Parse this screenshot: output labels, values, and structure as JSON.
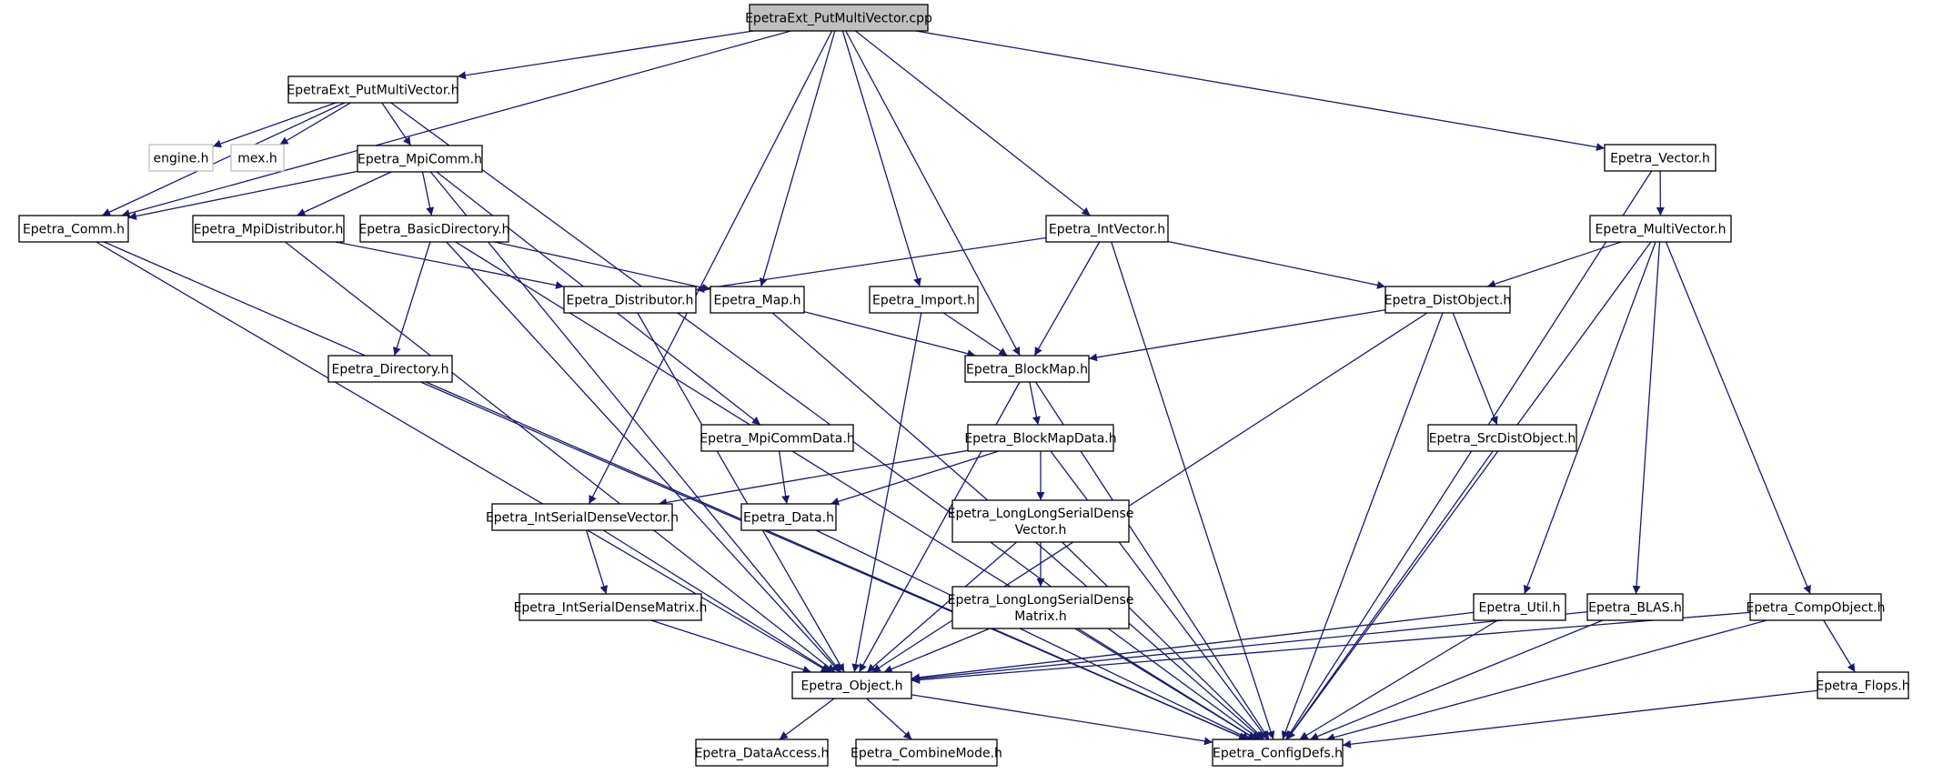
{
  "graph": {
    "nodes": [
      {
        "id": "putmv_cpp",
        "lines": [
          "EpetraExt_PutMultiVector.cpp"
        ],
        "style": "root"
      },
      {
        "id": "putmv_h",
        "lines": [
          "EpetraExt_PutMultiVector.h"
        ]
      },
      {
        "id": "engine_h",
        "lines": [
          "engine.h"
        ],
        "style": "external"
      },
      {
        "id": "mex_h",
        "lines": [
          "mex.h"
        ],
        "style": "external"
      },
      {
        "id": "mpicomm_h",
        "lines": [
          "Epetra_MpiComm.h"
        ]
      },
      {
        "id": "comm_h",
        "lines": [
          "Epetra_Comm.h"
        ]
      },
      {
        "id": "mpidist_h",
        "lines": [
          "Epetra_MpiDistributor.h"
        ]
      },
      {
        "id": "basicdir_h",
        "lines": [
          "Epetra_BasicDirectory.h"
        ]
      },
      {
        "id": "distributor_h",
        "lines": [
          "Epetra_Distributor.h"
        ]
      },
      {
        "id": "map_h",
        "lines": [
          "Epetra_Map.h"
        ]
      },
      {
        "id": "import_h",
        "lines": [
          "Epetra_Import.h"
        ]
      },
      {
        "id": "intvector_h",
        "lines": [
          "Epetra_IntVector.h"
        ]
      },
      {
        "id": "vector_h",
        "lines": [
          "Epetra_Vector.h"
        ]
      },
      {
        "id": "multivector_h",
        "lines": [
          "Epetra_MultiVector.h"
        ]
      },
      {
        "id": "distobject_h",
        "lines": [
          "Epetra_DistObject.h"
        ]
      },
      {
        "id": "directory_h",
        "lines": [
          "Epetra_Directory.h"
        ]
      },
      {
        "id": "blockmap_h",
        "lines": [
          "Epetra_BlockMap.h"
        ]
      },
      {
        "id": "mpicommdata_h",
        "lines": [
          "Epetra_MpiCommData.h"
        ]
      },
      {
        "id": "blockmapdata_h",
        "lines": [
          "Epetra_BlockMapData.h"
        ]
      },
      {
        "id": "srcdistobject_h",
        "lines": [
          "Epetra_SrcDistObject.h"
        ]
      },
      {
        "id": "intsdvector_h",
        "lines": [
          "Epetra_IntSerialDenseVector.h"
        ]
      },
      {
        "id": "data_h",
        "lines": [
          "Epetra_Data.h"
        ]
      },
      {
        "id": "llsdvector_h",
        "lines": [
          "Epetra_LongLongSerialDense",
          "Vector.h"
        ]
      },
      {
        "id": "intsdmatrix_h",
        "lines": [
          "Epetra_IntSerialDenseMatrix.h"
        ]
      },
      {
        "id": "llsdmatrix_h",
        "lines": [
          "Epetra_LongLongSerialDense",
          "Matrix.h"
        ]
      },
      {
        "id": "util_h",
        "lines": [
          "Epetra_Util.h"
        ]
      },
      {
        "id": "blas_h",
        "lines": [
          "Epetra_BLAS.h"
        ]
      },
      {
        "id": "compobject_h",
        "lines": [
          "Epetra_CompObject.h"
        ]
      },
      {
        "id": "flops_h",
        "lines": [
          "Epetra_Flops.h"
        ]
      },
      {
        "id": "object_h",
        "lines": [
          "Epetra_Object.h"
        ]
      },
      {
        "id": "configdefs_h",
        "lines": [
          "Epetra_ConfigDefs.h"
        ]
      },
      {
        "id": "dataaccess_h",
        "lines": [
          "Epetra_DataAccess.h"
        ]
      },
      {
        "id": "combinemode_h",
        "lines": [
          "Epetra_CombineMode.h"
        ]
      }
    ],
    "edges": [
      [
        "putmv_cpp",
        "putmv_h"
      ],
      [
        "putmv_cpp",
        "comm_h"
      ],
      [
        "putmv_cpp",
        "map_h"
      ],
      [
        "putmv_cpp",
        "import_h"
      ],
      [
        "putmv_cpp",
        "blockmap_h"
      ],
      [
        "putmv_cpp",
        "intvector_h"
      ],
      [
        "putmv_cpp",
        "vector_h"
      ],
      [
        "putmv_cpp",
        "intsdvector_h"
      ],
      [
        "putmv_h",
        "engine_h"
      ],
      [
        "putmv_h",
        "mex_h"
      ],
      [
        "putmv_h",
        "mpicomm_h"
      ],
      [
        "putmv_h",
        "comm_h"
      ],
      [
        "putmv_h",
        "configdefs_h"
      ],
      [
        "mpicomm_h",
        "comm_h"
      ],
      [
        "mpicomm_h",
        "mpidist_h"
      ],
      [
        "mpicomm_h",
        "basicdir_h"
      ],
      [
        "mpicomm_h",
        "mpicommdata_h"
      ],
      [
        "mpicomm_h",
        "object_h"
      ],
      [
        "comm_h",
        "object_h"
      ],
      [
        "comm_h",
        "configdefs_h"
      ],
      [
        "mpidist_h",
        "distributor_h"
      ],
      [
        "mpidist_h",
        "object_h"
      ],
      [
        "basicdir_h",
        "map_h"
      ],
      [
        "basicdir_h",
        "directory_h"
      ],
      [
        "basicdir_h",
        "object_h"
      ],
      [
        "basicdir_h",
        "configdefs_h"
      ],
      [
        "distributor_h",
        "object_h"
      ],
      [
        "map_h",
        "blockmap_h"
      ],
      [
        "map_h",
        "configdefs_h"
      ],
      [
        "import_h",
        "blockmap_h"
      ],
      [
        "import_h",
        "object_h"
      ],
      [
        "intvector_h",
        "distributor_h"
      ],
      [
        "intvector_h",
        "blockmap_h"
      ],
      [
        "intvector_h",
        "distobject_h"
      ],
      [
        "intvector_h",
        "configdefs_h"
      ],
      [
        "vector_h",
        "multivector_h"
      ],
      [
        "vector_h",
        "configdefs_h"
      ],
      [
        "multivector_h",
        "distobject_h"
      ],
      [
        "multivector_h",
        "util_h"
      ],
      [
        "multivector_h",
        "blas_h"
      ],
      [
        "multivector_h",
        "compobject_h"
      ],
      [
        "multivector_h",
        "configdefs_h"
      ],
      [
        "distobject_h",
        "blockmap_h"
      ],
      [
        "distobject_h",
        "srcdistobject_h"
      ],
      [
        "distobject_h",
        "object_h"
      ],
      [
        "distobject_h",
        "configdefs_h"
      ],
      [
        "directory_h",
        "configdefs_h"
      ],
      [
        "blockmap_h",
        "blockmapdata_h"
      ],
      [
        "blockmap_h",
        "object_h"
      ],
      [
        "blockmap_h",
        "configdefs_h"
      ],
      [
        "mpicommdata_h",
        "data_h"
      ],
      [
        "blockmapdata_h",
        "intsdvector_h"
      ],
      [
        "blockmapdata_h",
        "data_h"
      ],
      [
        "blockmapdata_h",
        "llsdvector_h"
      ],
      [
        "blockmapdata_h",
        "configdefs_h"
      ],
      [
        "srcdistobject_h",
        "configdefs_h"
      ],
      [
        "intsdvector_h",
        "intsdmatrix_h"
      ],
      [
        "intsdvector_h",
        "object_h"
      ],
      [
        "data_h",
        "configdefs_h"
      ],
      [
        "llsdvector_h",
        "llsdmatrix_h"
      ],
      [
        "llsdvector_h",
        "object_h"
      ],
      [
        "llsdvector_h",
        "configdefs_h"
      ],
      [
        "intsdmatrix_h",
        "object_h"
      ],
      [
        "llsdmatrix_h",
        "object_h"
      ],
      [
        "llsdmatrix_h",
        "configdefs_h"
      ],
      [
        "util_h",
        "object_h"
      ],
      [
        "util_h",
        "configdefs_h"
      ],
      [
        "blas_h",
        "object_h"
      ],
      [
        "blas_h",
        "configdefs_h"
      ],
      [
        "compobject_h",
        "object_h"
      ],
      [
        "compobject_h",
        "flops_h"
      ],
      [
        "compobject_h",
        "configdefs_h"
      ],
      [
        "flops_h",
        "configdefs_h"
      ],
      [
        "object_h",
        "configdefs_h"
      ],
      [
        "object_h",
        "dataaccess_h"
      ],
      [
        "object_h",
        "combinemode_h"
      ]
    ]
  }
}
